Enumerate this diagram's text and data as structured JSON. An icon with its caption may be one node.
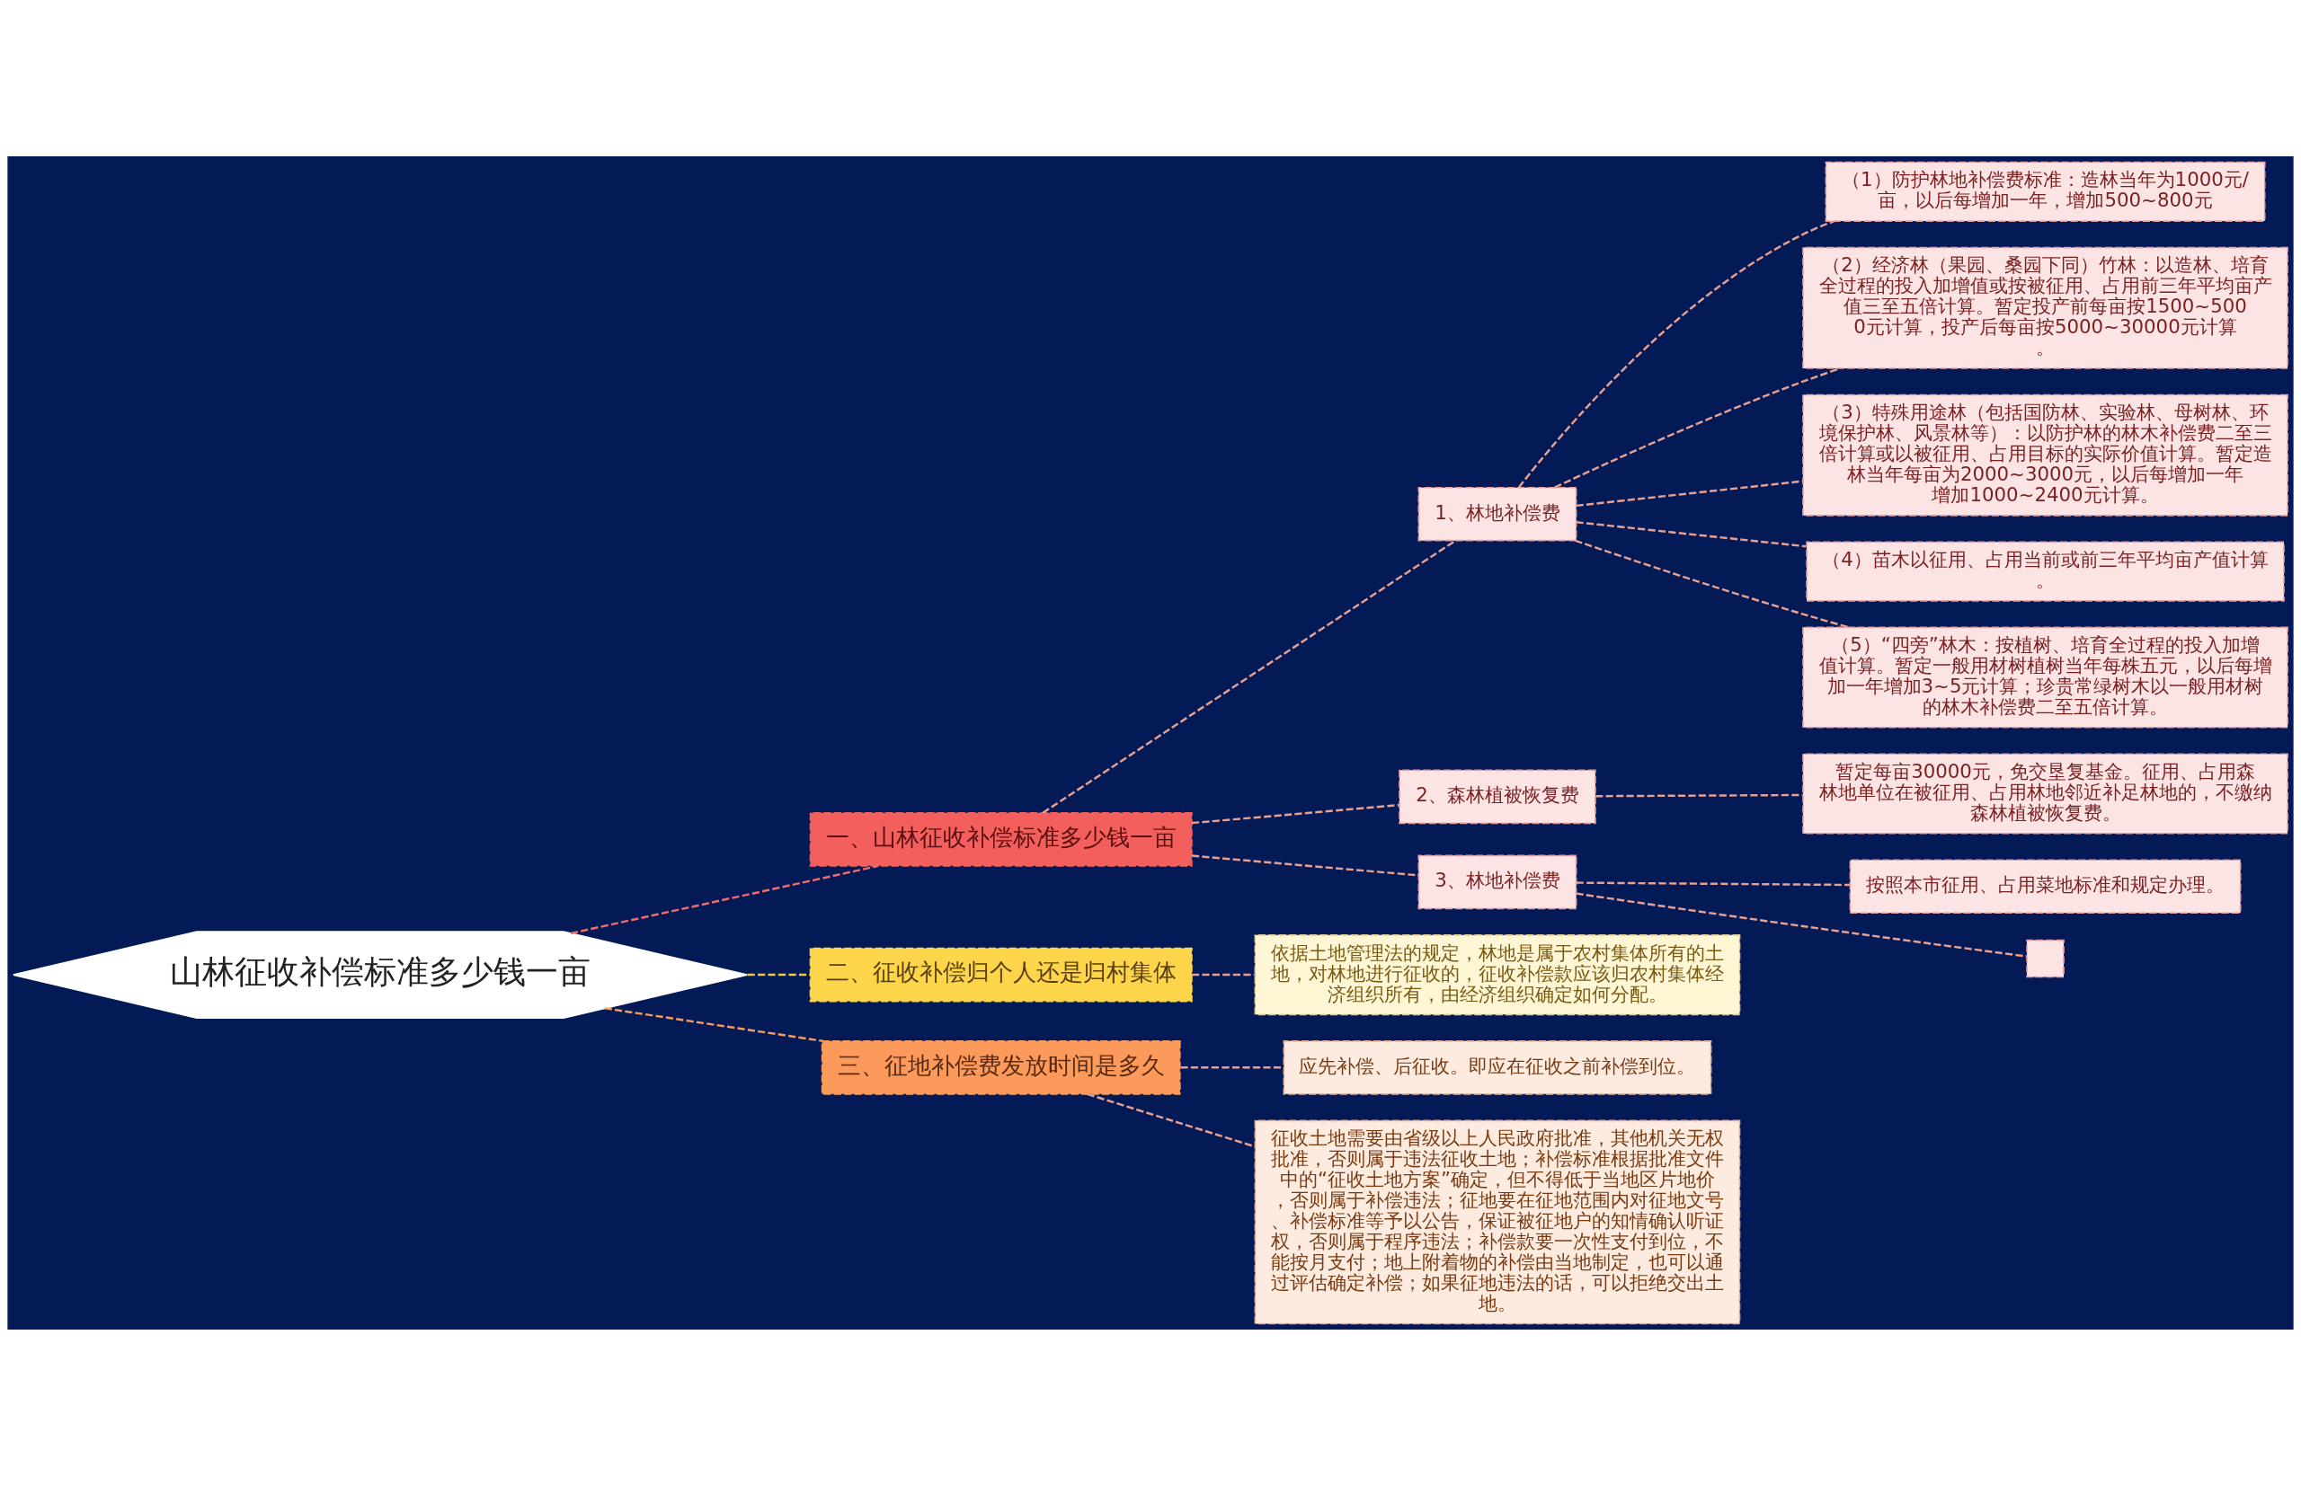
{
  "diagram": {
    "nodes": [
      {
        "text": [
          "山林征收补偿标准多少钱一亩"
        ]
      },
      {
        "text": [
          "一、山林征收补偿标准多少钱一亩"
        ]
      },
      {
        "text": [
          "1、林地补偿费"
        ]
      },
      {
        "text": [
          "（1）防护林地补偿费标准：造林当年为1000元/亩，以后每增加一年，增加500~800元"
        ]
      },
      {
        "text": [
          "（2）经济林（果园、桑园下同）竹林：以造林、培育全过程的投入加增值或按被征用、占用前三年平均亩产值三至五倍计算。暂定投产前每亩按1500~5000元计算，投产后每亩按5000~30000元计算。"
        ]
      },
      {
        "text": [
          "（3）特殊用途林（包括国防林、实验林、母树林、环境保护林、风景林等）：以防护林的林木补偿费二至三倍计算或以被征用、占用目标的实际价值计算。暂定造林当年每亩为2000~3000元，以后每增加一年增加1000~2400元计算。"
        ]
      },
      {
        "text": [
          "（4）苗木以征用、占用当前或前三年平均亩产值计算。"
        ]
      },
      {
        "text": [
          "（5）“四旁”林木：按植树、培育全过程的投入加增值计算。暂定一般用材树植树当年每株五元，以后每增加一年增加3~5元计算；珍贵常绿树木以一般用材树的林木补偿费二至五倍计算。"
        ]
      },
      {
        "text": [
          "2、森林植被恢复费"
        ]
      },
      {
        "text": [
          "暂定每亩30000元，免交垦复基金。征用、占用森林地单位在被征用、占用林地邻近补足林地的，不缴纳森林植被恢复费。"
        ]
      },
      {
        "text": [
          "3、林地补偿费"
        ]
      },
      {
        "text": [
          "按照本市征用、占用菜地标准和规定办理。"
        ]
      },
      {
        "text": [],
        "shape": "box"
      },
      {
        "text": [
          "二、征收补偿归个人还是归村集体"
        ]
      },
      {
        "text": [
          "依据土地管理法的规定，林地是属于农村集体所有的土地，对林地进行征收的，征收补偿款应该归农村集体经济组织所有，由经济组织确定如何分配。"
        ]
      },
      {
        "text": [
          "三、征地补偿费发放时间是多久"
        ]
      },
      {
        "text": [
          "应先补偿、后征收。即应在征收之前补偿到位。"
        ]
      },
      {
        "text": [
          "征收土地需要由省级以上人民政府批准，其他机关无权批准，否则属于违法征收土地；补偿标准根据批准文件中的“征收土地方案”确定，但不得低于当地区片地价，否则属于补偿违法；征地要在征地范围内对征地文号、补偿标准等予以公告，保证被征地户的知情确认听证权，否则属于程序违法；补偿款要一次性支付到位，不能按月支付；地上附着物的补偿由当地制定，也可以通过评估确定补偿；如果征地违法的话，可以拒绝交出土地。"
        ]
      }
    ],
    "edges": [
      {
        "from": 0,
        "to": 1,
        "arrow": "none",
        "color": "#f26b6b"
      },
      {
        "from": 1,
        "to": 2,
        "arrow": "none"
      },
      {
        "from": 2,
        "to": 3,
        "arrow": "none"
      },
      {
        "from": 2,
        "to": 4,
        "arrow": "none"
      },
      {
        "from": 2,
        "to": 5,
        "arrow": "none"
      },
      {
        "from": 2,
        "to": 6,
        "arrow": "none"
      },
      {
        "from": 2,
        "to": 7,
        "arrow": "none"
      },
      {
        "from": 1,
        "to": 8,
        "arrow": "none"
      },
      {
        "from": 8,
        "to": 9,
        "arrow": "none"
      },
      {
        "from": 1,
        "to": 10,
        "arrow": "none"
      },
      {
        "from": 10,
        "to": 11,
        "arrow": "none"
      },
      {
        "from": 10,
        "to": 12,
        "arrow": "none"
      },
      {
        "from": 0,
        "to": 13,
        "arrow": "none",
        "color": "#f5c842"
      },
      {
        "from": 13,
        "to": 14,
        "arrow": "none"
      },
      {
        "from": 0,
        "to": 15,
        "arrow": "none",
        "color": "#f59a5a"
      },
      {
        "from": 15,
        "to": 16,
        "arrow": "none"
      },
      {
        "from": 15,
        "to": 17,
        "arrow": "none"
      }
    ]
  }
}
